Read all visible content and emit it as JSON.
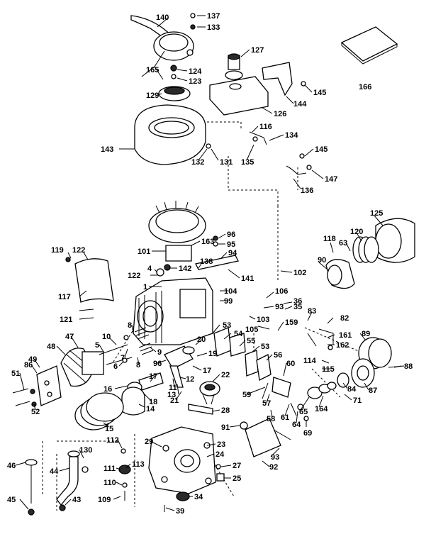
{
  "diagram": {
    "callouts": [
      {
        "id": "c140",
        "label": "140"
      },
      {
        "id": "c137",
        "label": "137"
      },
      {
        "id": "c133",
        "label": "133"
      },
      {
        "id": "c127",
        "label": "127"
      },
      {
        "id": "c166",
        "label": "166"
      },
      {
        "id": "c165",
        "label": "165"
      },
      {
        "id": "c124",
        "label": "124"
      },
      {
        "id": "c123",
        "label": "123"
      },
      {
        "id": "c129",
        "label": "129"
      },
      {
        "id": "c145a",
        "label": "145"
      },
      {
        "id": "c144",
        "label": "144"
      },
      {
        "id": "c126",
        "label": "126"
      },
      {
        "id": "c116",
        "label": "116"
      },
      {
        "id": "c134",
        "label": "134"
      },
      {
        "id": "c143",
        "label": "143"
      },
      {
        "id": "c132",
        "label": "132"
      },
      {
        "id": "c131",
        "label": "131"
      },
      {
        "id": "c135",
        "label": "135"
      },
      {
        "id": "c145b",
        "label": "145"
      },
      {
        "id": "c147",
        "label": "147"
      },
      {
        "id": "c136",
        "label": "136"
      },
      {
        "id": "c125",
        "label": "125"
      },
      {
        "id": "c96",
        "label": "96"
      },
      {
        "id": "c95",
        "label": "95"
      },
      {
        "id": "c163",
        "label": "163"
      },
      {
        "id": "c101",
        "label": "101"
      },
      {
        "id": "c94",
        "label": "94"
      },
      {
        "id": "c118",
        "label": "118"
      },
      {
        "id": "c120",
        "label": "120"
      },
      {
        "id": "c63",
        "label": "63"
      },
      {
        "id": "c119",
        "label": "119"
      },
      {
        "id": "c122a",
        "label": "122"
      },
      {
        "id": "c138",
        "label": "138"
      },
      {
        "id": "c90",
        "label": "90"
      },
      {
        "id": "c4",
        "label": "4"
      },
      {
        "id": "c142",
        "label": "142"
      },
      {
        "id": "c122b",
        "label": "122"
      },
      {
        "id": "c141",
        "label": "141"
      },
      {
        "id": "c102",
        "label": "102"
      },
      {
        "id": "c1",
        "label": "1"
      },
      {
        "id": "c104",
        "label": "104"
      },
      {
        "id": "c99",
        "label": "99"
      },
      {
        "id": "c117",
        "label": "117"
      },
      {
        "id": "c106",
        "label": "106"
      },
      {
        "id": "c93",
        "label": "93"
      },
      {
        "id": "c36",
        "label": "36"
      },
      {
        "id": "c35",
        "label": "35"
      },
      {
        "id": "c83",
        "label": "83"
      },
      {
        "id": "c121",
        "label": "121"
      },
      {
        "id": "c103",
        "label": "103"
      },
      {
        "id": "c105",
        "label": "105"
      },
      {
        "id": "c159",
        "label": "159"
      },
      {
        "id": "c82",
        "label": "82"
      },
      {
        "id": "c53a",
        "label": "53"
      },
      {
        "id": "c54",
        "label": "54"
      },
      {
        "id": "c161",
        "label": "161"
      },
      {
        "id": "c162",
        "label": "162"
      },
      {
        "id": "c89",
        "label": "89"
      },
      {
        "id": "c47",
        "label": "47"
      },
      {
        "id": "c10",
        "label": "10"
      },
      {
        "id": "c8a",
        "label": "8"
      },
      {
        "id": "c20",
        "label": "20"
      },
      {
        "id": "c55",
        "label": "55"
      },
      {
        "id": "c53b",
        "label": "53"
      },
      {
        "id": "c56",
        "label": "56"
      },
      {
        "id": "c48",
        "label": "48"
      },
      {
        "id": "c5",
        "label": "5"
      },
      {
        "id": "c7",
        "label": "7"
      },
      {
        "id": "c9",
        "label": "9"
      },
      {
        "id": "c19",
        "label": "19"
      },
      {
        "id": "c114",
        "label": "114"
      },
      {
        "id": "c115",
        "label": "115"
      },
      {
        "id": "c88",
        "label": "88"
      },
      {
        "id": "c49",
        "label": "49"
      },
      {
        "id": "c6",
        "label": "6"
      },
      {
        "id": "c8b",
        "label": "8"
      },
      {
        "id": "c96b",
        "label": "96"
      },
      {
        "id": "c17a",
        "label": "17"
      },
      {
        "id": "c60",
        "label": "60"
      },
      {
        "id": "c51",
        "label": "51"
      },
      {
        "id": "c86",
        "label": "86"
      },
      {
        "id": "c22",
        "label": "22"
      },
      {
        "id": "c12",
        "label": "12"
      },
      {
        "id": "c84",
        "label": "84"
      },
      {
        "id": "c87",
        "label": "87"
      },
      {
        "id": "c16",
        "label": "16"
      },
      {
        "id": "c17b",
        "label": "17"
      },
      {
        "id": "c11",
        "label": "11"
      },
      {
        "id": "c13",
        "label": "13"
      },
      {
        "id": "c59",
        "label": "59"
      },
      {
        "id": "c57",
        "label": "57"
      },
      {
        "id": "c71",
        "label": "71"
      },
      {
        "id": "c18",
        "label": "18"
      },
      {
        "id": "c21",
        "label": "21"
      },
      {
        "id": "c65",
        "label": "65"
      },
      {
        "id": "c164",
        "label": "164"
      },
      {
        "id": "c52",
        "label": "52"
      },
      {
        "id": "c14",
        "label": "14"
      },
      {
        "id": "c28",
        "label": "28"
      },
      {
        "id": "c58",
        "label": "58"
      },
      {
        "id": "c61",
        "label": "61"
      },
      {
        "id": "c64",
        "label": "64"
      },
      {
        "id": "c69",
        "label": "69"
      },
      {
        "id": "c15",
        "label": "15"
      },
      {
        "id": "c91",
        "label": "91"
      },
      {
        "id": "c29",
        "label": "29"
      },
      {
        "id": "c23",
        "label": "23"
      },
      {
        "id": "c130",
        "label": "130"
      },
      {
        "id": "c112",
        "label": "112"
      },
      {
        "id": "c93b",
        "label": "93"
      },
      {
        "id": "c24",
        "label": "24"
      },
      {
        "id": "c46",
        "label": "46"
      },
      {
        "id": "c44",
        "label": "44"
      },
      {
        "id": "c113",
        "label": "113"
      },
      {
        "id": "c92",
        "label": "92"
      },
      {
        "id": "c111",
        "label": "111"
      },
      {
        "id": "c27",
        "label": "27"
      },
      {
        "id": "c110",
        "label": "110"
      },
      {
        "id": "c25",
        "label": "25"
      },
      {
        "id": "c109",
        "label": "109"
      },
      {
        "id": "c34",
        "label": "34"
      },
      {
        "id": "c45",
        "label": "45"
      },
      {
        "id": "c43",
        "label": "43"
      },
      {
        "id": "c39",
        "label": "39"
      }
    ]
  }
}
